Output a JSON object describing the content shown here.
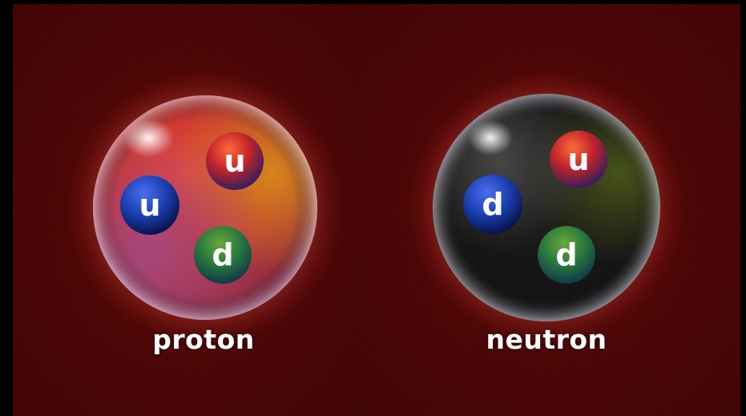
{
  "colors": {
    "background": "#6e0a0a",
    "frame": "#000000",
    "label_text": "#ffffff",
    "quark_red": "#c4242a",
    "quark_blue": "#1a3fb0",
    "quark_green": "#2c7a3c"
  },
  "particles": [
    {
      "id": "proton",
      "label": "proton",
      "body_colors": [
        "#d93a2e",
        "#c8861e",
        "#8e3a7a"
      ],
      "quarks": [
        {
          "letter": "u",
          "color": "red"
        },
        {
          "letter": "u",
          "color": "blue"
        },
        {
          "letter": "d",
          "color": "green"
        }
      ]
    },
    {
      "id": "neutron",
      "label": "neutron",
      "body_colors": [
        "#1b1b1b",
        "#3d4a18",
        "#20262a"
      ],
      "quarks": [
        {
          "letter": "u",
          "color": "red"
        },
        {
          "letter": "d",
          "color": "blue"
        },
        {
          "letter": "d",
          "color": "green"
        }
      ]
    }
  ]
}
